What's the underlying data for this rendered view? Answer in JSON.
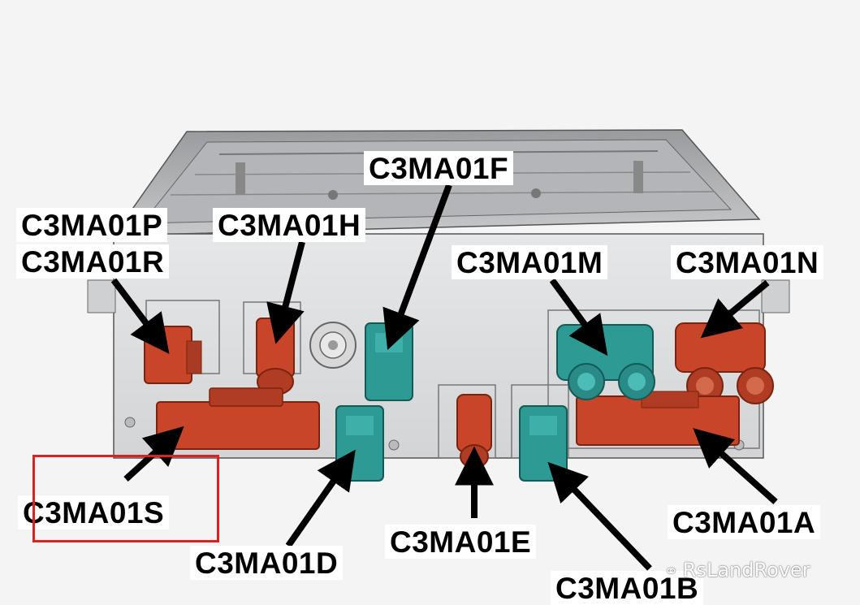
{
  "labels": {
    "p": "C3MA01P",
    "r": "C3MA01R",
    "h": "C3MA01H",
    "f": "C3MA01F",
    "m": "C3MA01M",
    "n": "C3MA01N",
    "s": "C3MA01S",
    "d": "C3MA01D",
    "e": "C3MA01E",
    "b": "C3MA01B",
    "a": "C3MA01A"
  },
  "watermark": "RsLandRover",
  "colors": {
    "connector_orange": "#c8452a",
    "connector_teal": "#2e9a94",
    "housing": "#c9cacc",
    "highlight": "#e02020"
  },
  "highlighted_label": "C3MA01S"
}
